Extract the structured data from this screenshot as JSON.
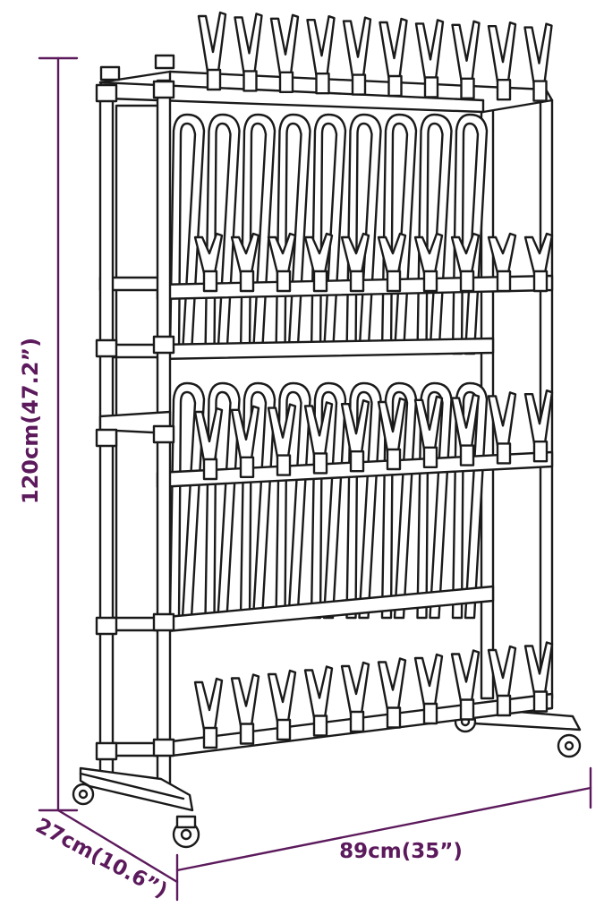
{
  "dimensions": {
    "height_label": "120cm(47.2”)",
    "depth_label": "27cm(10.6”)",
    "width_label": "89cm(35”)"
  },
  "colors": {
    "dimension": "#5c1a5c",
    "line_art": "#1a1a1a",
    "background": "#ffffff"
  }
}
